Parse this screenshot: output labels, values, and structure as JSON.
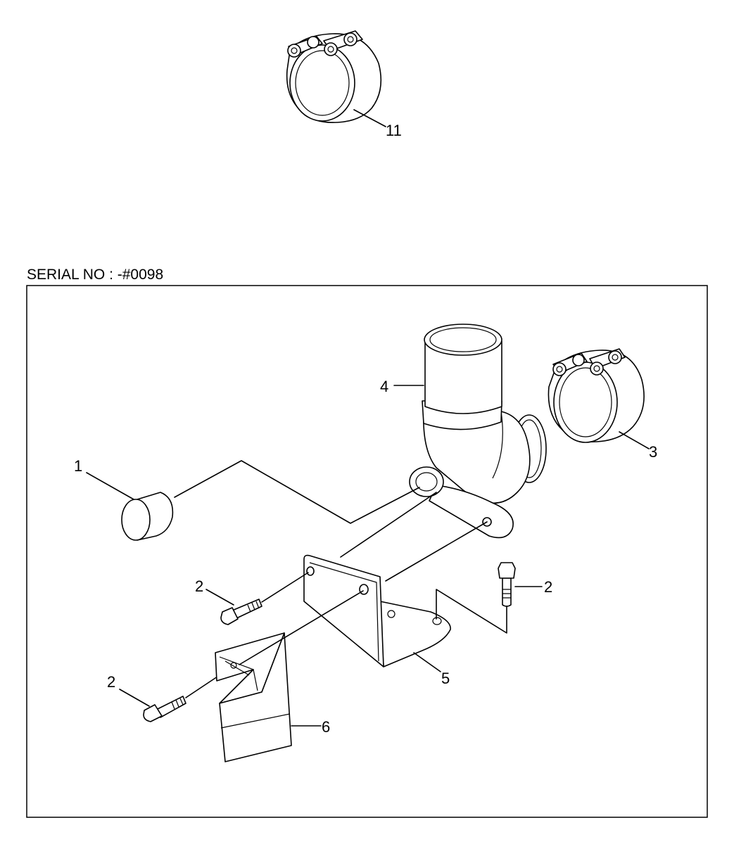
{
  "serial_label": "SERIAL NO : -#0098",
  "callouts": {
    "c11": "11",
    "c1": "1",
    "c2a": "2",
    "c2b": "2",
    "c2c": "2",
    "c3": "3",
    "c4": "4",
    "c5": "5",
    "c6": "6"
  }
}
